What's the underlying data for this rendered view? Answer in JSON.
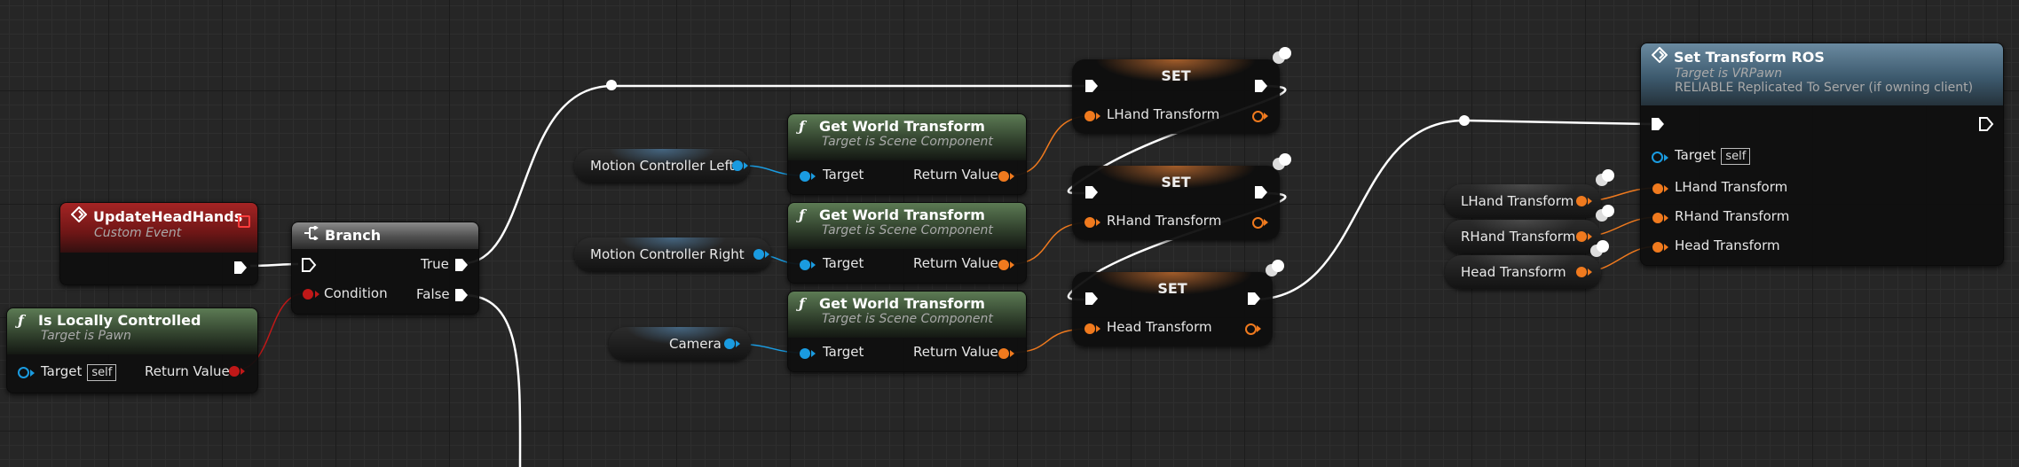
{
  "nodes": {
    "update_head_hands": {
      "title": "UpdateHeadHands",
      "subtitle": "Custom Event"
    },
    "branch": {
      "title": "Branch",
      "true_label": "True",
      "false_label": "False",
      "condition_label": "Condition"
    },
    "is_locally_controlled": {
      "title": "Is Locally Controlled",
      "subtitle": "Target is Pawn",
      "target_label": "Target",
      "self_label": "self",
      "return_label": "Return Value"
    },
    "motion_left": {
      "label": "Motion Controller Left"
    },
    "motion_right": {
      "label": "Motion Controller Right"
    },
    "camera": {
      "label": "Camera"
    },
    "gwt1": {
      "title": "Get World Transform",
      "subtitle": "Target is Scene Component",
      "target_label": "Target",
      "return_label": "Return Value"
    },
    "gwt2": {
      "title": "Get World Transform",
      "subtitle": "Target is Scene Component",
      "target_label": "Target",
      "return_label": "Return Value"
    },
    "gwt3": {
      "title": "Get World Transform",
      "subtitle": "Target is Scene Component",
      "target_label": "Target",
      "return_label": "Return Value"
    },
    "set1": {
      "title": "SET",
      "var_label": "LHand Transform"
    },
    "set2": {
      "title": "SET",
      "var_label": "RHand Transform"
    },
    "set3": {
      "title": "SET",
      "var_label": "Head Transform"
    },
    "lhand_get": {
      "label": "LHand Transform"
    },
    "rhand_get": {
      "label": "RHand Transform"
    },
    "head_get": {
      "label": "Head Transform"
    },
    "set_transform_ros": {
      "title": "Set Transform ROS",
      "subtitle1": "Target is VRPawn",
      "subtitle2": "RELIABLE Replicated To Server (if owning client)",
      "target_label": "Target",
      "self_label": "self",
      "lhand_label": "LHand Transform",
      "rhand_label": "RHand Transform",
      "head_label": "Head Transform"
    }
  },
  "colors": {
    "background": "#262626",
    "object_pin": "#1a9be0",
    "transform_pin": "#f07a1e",
    "bool_pin": "#c01818",
    "exec_wire": "#ffffff"
  },
  "icons": {
    "event": "diamond-event-icon",
    "function": "function-f-icon",
    "branch": "branch-icon",
    "replicated": "replicated-event-icon"
  }
}
